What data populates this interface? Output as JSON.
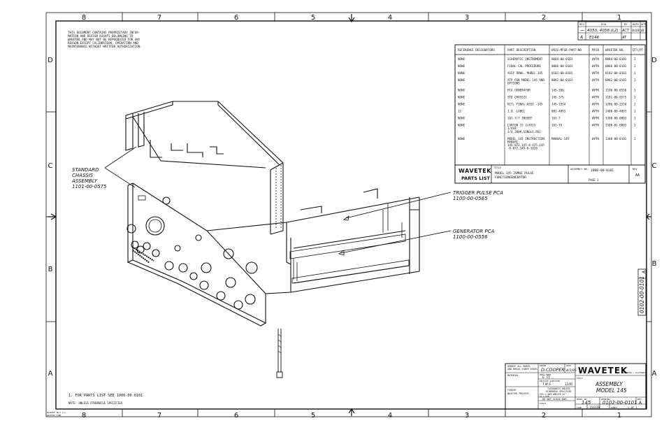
{
  "zones": {
    "columns": [
      "8",
      "7",
      "6",
      "5",
      "4",
      "3",
      "2",
      "1"
    ],
    "rows": [
      "D",
      "C",
      "B",
      "A"
    ]
  },
  "notice_lines": [
    "THIS DOCUMENT CONTAINS PROPRIETARY INFOR-",
    "MATION AND DESIGN RIGHTS BELONGING TO",
    "WAVETEK AND MAY NOT BE REPRODUCED FOR ANY",
    "REASON EXCEPT CALIBRATION, OPERATION AND",
    "MAINTENANCE WITHOUT WRITTEN AUTHORIZATION."
  ],
  "revision_block": {
    "headers": [
      "REV",
      "ECN",
      "BY",
      "DATE",
      "APP"
    ],
    "rows": [
      [
        "—",
        "4053, 4058 (L2)",
        "ACT",
        "8/28/",
        "JB"
      ],
      [
        "A",
        "E146",
        "AT",
        "",
        ""
      ]
    ]
  },
  "parts_list": {
    "headers": [
      "REFERENCE DESIGNATORS",
      "PART DESCRIPTION",
      "ORIG-MFGR-PART-NO",
      "MFGR",
      "WAVETEK NO.",
      "QTY/PT"
    ],
    "rows": [
      {
        "ref": "NONE",
        "desc": [
          "SCHEMATIC INSTRUMENT"
        ],
        "orig": "0004-00-0101",
        "mfgr": "WVTK",
        "wno": "0004-00-0101",
        "qty": "1"
      },
      {
        "ref": "NONE",
        "desc": [
          "FINAL CAL PROCEDURE"
        ],
        "orig": "0006-00-0101",
        "mfgr": "WVTK",
        "wno": "0006-00-0101",
        "qty": "1"
      },
      {
        "ref": "NONE",
        "desc": [
          "ASSY DRWG. MODEL 145"
        ],
        "orig": "0102-00-0101",
        "mfgr": "WVTK",
        "wno": "0102-00-0101",
        "qty": "1"
      },
      {
        "ref": "NONE",
        "desc": [
          "ATP FOR MODEL 145 AND",
          "OPTIONS"
        ],
        "orig": "0802-00-0101",
        "mfgr": "WVTK",
        "wno": "0802-00-0101",
        "qty": "1"
      },
      {
        "ref": "NONE",
        "desc": [
          "PCA GENERATOR"
        ],
        "orig": "145-356",
        "mfgr": "WVTK",
        "wno": "1100-00-0556",
        "qty": "1"
      },
      {
        "ref": "NONE",
        "desc": [
          "STD CHASSIS"
        ],
        "orig": "145-375",
        "mfgr": "WVTK",
        "wno": "1101-00-0575",
        "qty": "1"
      },
      {
        "ref": "NONE",
        "desc": [
          "KIT, FINAL ASSY -145"
        ],
        "orig": "145-1554",
        "mfgr": "WVTK",
        "wno": "1206-00-1554",
        "qty": "1"
      },
      {
        "ref": "12",
        "desc": [
          "I.D. LABEL"
        ],
        "orig": "801-4093",
        "mfgr": "WVTK",
        "wno": "1400-00-4093",
        "qty": "1"
      },
      {
        "ref": "NONE",
        "desc": [
          "101-7/7 INSERT"
        ],
        "orig": "101-7",
        "mfgr": "WVTK",
        "wno": "3300-00-0003",
        "qty": "1"
      },
      {
        "ref": "NONE",
        "desc": [
          "CARTON 15 1/4X15",
          "1/4X8",
          "3/4.200#,SINGLE,RSC"
        ],
        "orig": "101-7A",
        "mfgr": "WVTK",
        "wno": "3300-01-0003",
        "qty": "1"
      },
      {
        "ref": "NONE",
        "desc": [
          "MODEL 145 INSTRUCTION",
          "MANUAL",
          "145-872,145-8-425,145",
          "-8-872,145-8-1020"
        ],
        "orig": "MANUAL-145",
        "mfgr": "WVTK",
        "wno": "1300-00-0101",
        "qty": "1"
      }
    ],
    "footer": {
      "brand": "WAVETEK",
      "label": "PARTS LIST",
      "title_label": "TITLE",
      "title_lines": [
        "MODEL 145 20MHZ PULSE",
        "FUNCTIONGENERATOR"
      ],
      "assembly_label": "ASSEMBLY NO.",
      "assembly_no": "1000-00-0101",
      "page": "PAGE 1",
      "rev_label": "REV",
      "rev": "AA"
    }
  },
  "callouts": [
    {
      "lines": [
        "STANDARD",
        "CHASSIS",
        "ASSEMBLY",
        "1101-00-0575"
      ]
    },
    {
      "lines": [
        "TRIGGER PULSE PCA",
        "1100-00-0565"
      ]
    },
    {
      "lines": [
        "GENERATOR PCA",
        "1100-00-0556"
      ]
    }
  ],
  "title_block": {
    "tolerance_header": [
      "REMOVE ALL BURRS",
      "AND BREAK SHARP EDGES"
    ],
    "drawn_label": "DRAWN",
    "drawn_by": "D.COOPER",
    "date_label": "DATE",
    "date": "4/3/85",
    "material_label": "MATERIAL",
    "check_label": "PROJ ENGR",
    "check_value": "E. Ct",
    "release_label": "RELEASE SANCTION",
    "release_value": "T.M.S",
    "release_date": "12/85",
    "tolerance_lines": [
      "TOLERANCES UNLESS",
      "OTHERWISE SPECIFIED",
      "XXX ±.005   ANGLES ±1°",
      "XX ±.008"
    ],
    "finish_label": "FINISH",
    "finish_value": "WAVETEK PROCESS",
    "no_scale": "DO NOT SCALE DWG",
    "scale_label": "SCALE",
    "brand": "WAVETEK",
    "brand_sub": "SAN DIEGO • CALIFORNIA",
    "title_label": "TITLE",
    "title_lines": [
      "ASSEMBLY",
      "MODEL 145"
    ],
    "model_label": "MODEL NO.",
    "model": "145",
    "drawing_label": "DRAWING",
    "drawing_no": "0102-00-0101",
    "rev_label": "REV",
    "rev": "A",
    "code_label": "CODE",
    "code": "23338",
    "sheet_label": "SHEET",
    "sheet": "1  OF  1"
  },
  "side_drawing_no": "0102-00-0101",
  "side_rev": "A",
  "notes": [
    "1. FOR PARTS LIST SEE 1000-00-0101",
    "NOTE: UNLESS OTHERWISE SPECIFIED"
  ],
  "footer_stamp": [
    "PRINTED IN U.S.A.",
    "WAVETEK FORM"
  ]
}
